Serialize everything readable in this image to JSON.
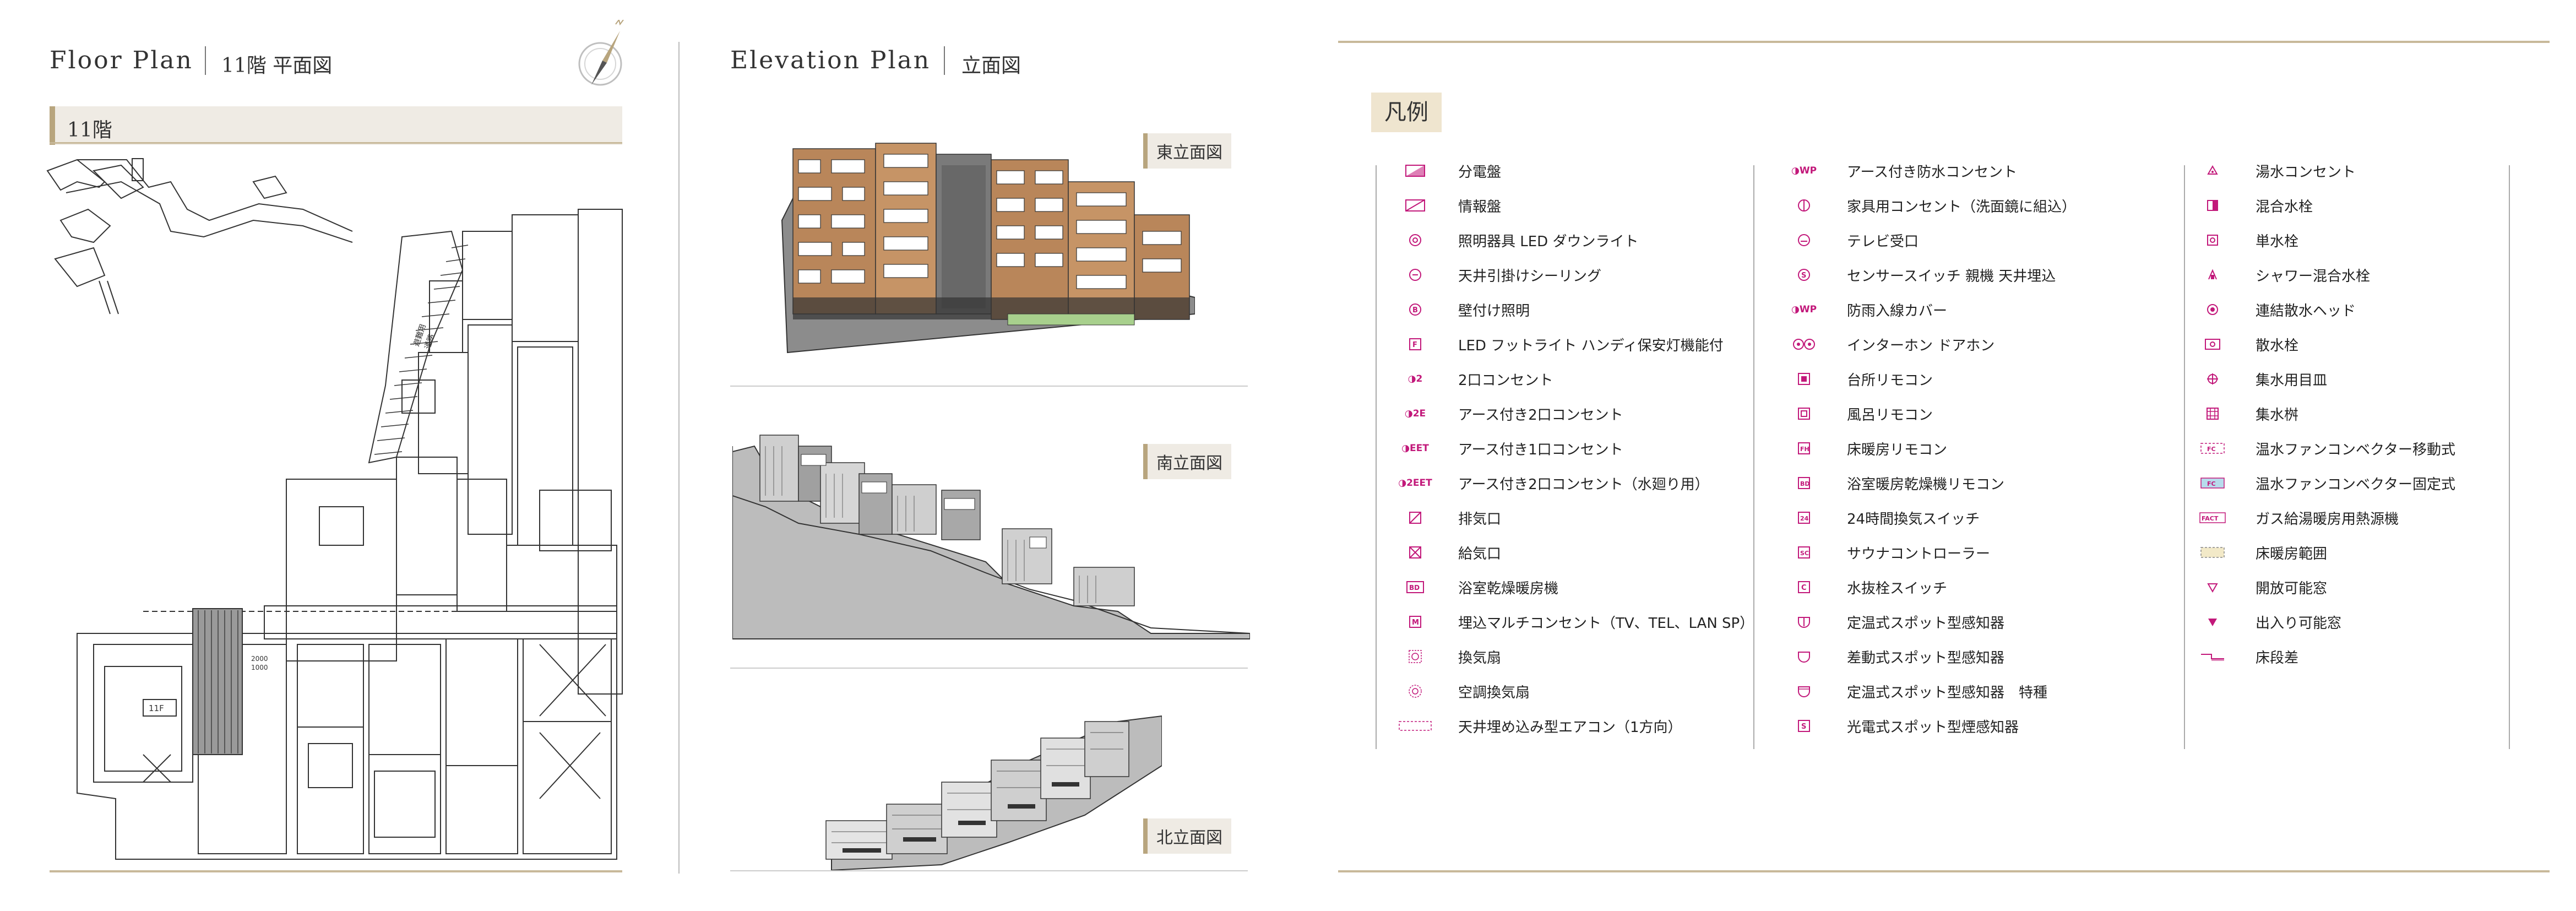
{
  "floor_plan": {
    "heading_en": "Floor Plan",
    "heading_jp": "11階 平面図",
    "floor_label": "11階",
    "stair_label_1": "避難用",
    "stair_label_2": "通路",
    "room_label": "11F",
    "small_label_1": "2000",
    "small_label_2": "1000"
  },
  "elevation_plan": {
    "heading_en": "Elevation Plan",
    "heading_jp": "立面図",
    "east_label": "東立面図",
    "south_label": "南立面図",
    "north_label": "北立面図"
  },
  "legend": {
    "title": "凡例",
    "col1": [
      {
        "sym": "panel",
        "label": "分電盤"
      },
      {
        "sym": "panel2",
        "label": "情報盤"
      },
      {
        "sym": "circle-dot",
        "label": "照明器具 LED ダウンライト"
      },
      {
        "sym": "circle-dash",
        "label": "天井引掛けシーリング"
      },
      {
        "sym": "circle-b",
        "label": "壁付け照明"
      },
      {
        "sym": "F",
        "label": "LED フットライト ハンディ保安灯機能付"
      },
      {
        "sym": "2",
        "label": "2口コンセント"
      },
      {
        "sym": "2E",
        "label": "アース付き2口コンセント"
      },
      {
        "sym": "1EET",
        "label": "アース付き1口コンセント"
      },
      {
        "sym": "2EET",
        "label": "アース付き2口コンセント（水廻り用）"
      },
      {
        "sym": "exh",
        "label": "排気口"
      },
      {
        "sym": "sup",
        "label": "給気口"
      },
      {
        "sym": "BD",
        "label": "浴室乾燥暖房機"
      },
      {
        "sym": "M",
        "label": "埋込マルチコンセント（TV、TEL、LAN SP）"
      },
      {
        "sym": "fan",
        "label": "換気扇"
      },
      {
        "sym": "fan2",
        "label": "空調換気扇"
      },
      {
        "sym": "ac",
        "label": "天井埋め込み型エアコン（1方向）"
      }
    ],
    "col2": [
      {
        "sym": "WP",
        "label": "アース付き防水コンセント"
      },
      {
        "sym": "furn",
        "label": "家具用コンセント（洗面鏡に組込）"
      },
      {
        "sym": "tv",
        "label": "テレビ受口"
      },
      {
        "sym": "S",
        "label": "センサースイッチ 親機 天井埋込"
      },
      {
        "sym": "WP2",
        "label": "防雨入線カバー"
      },
      {
        "sym": "int",
        "label": "インターホン ドアホン"
      },
      {
        "sym": "KR",
        "label": "台所リモコン"
      },
      {
        "sym": "BR",
        "label": "風呂リモコン"
      },
      {
        "sym": "FH",
        "label": "床暖房リモコン"
      },
      {
        "sym": "BDR",
        "label": "浴室暖房乾燥機リモコン"
      },
      {
        "sym": "24",
        "label": "24時間換気スイッチ"
      },
      {
        "sym": "SC",
        "label": "サウナコントローラー"
      },
      {
        "sym": "C",
        "label": "水抜栓スイッチ"
      },
      {
        "sym": "heat",
        "label": "定温式スポット型感知器"
      },
      {
        "sym": "diff",
        "label": "差動式スポット型感知器"
      },
      {
        "sym": "heat2",
        "label": "定温式スポット型感知器　特種"
      },
      {
        "sym": "smoke",
        "label": "光電式スポット型煙感知器"
      }
    ],
    "col3": [
      {
        "sym": "hot",
        "label": "湯水コンセント"
      },
      {
        "sym": "mix",
        "label": "混合水栓"
      },
      {
        "sym": "single",
        "label": "単水栓"
      },
      {
        "sym": "shower",
        "label": "シャワー混合水栓"
      },
      {
        "sym": "head",
        "label": "連結散水ヘッド"
      },
      {
        "sym": "sprink",
        "label": "散水栓"
      },
      {
        "sym": "drain",
        "label": "集水用目皿"
      },
      {
        "sym": "grid",
        "label": "集水桝"
      },
      {
        "sym": "FC",
        "label": "温水ファンコンベクター移動式"
      },
      {
        "sym": "FC2",
        "label": "温水ファンコンベクター固定式"
      },
      {
        "sym": "FACT",
        "label": "ガス給湯暖房用熱源機"
      },
      {
        "sym": "floor",
        "label": "床暖房範囲"
      },
      {
        "sym": "tri-o",
        "label": "開放可能窓"
      },
      {
        "sym": "tri-f",
        "label": "出入り可能窓"
      },
      {
        "sym": "step",
        "label": "床段差"
      }
    ]
  }
}
